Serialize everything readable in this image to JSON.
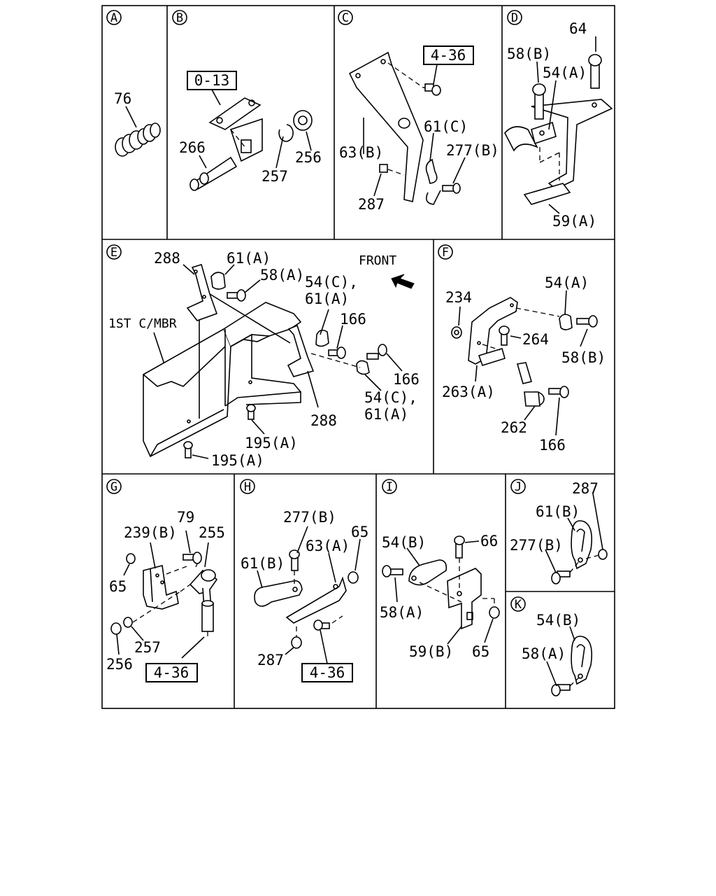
{
  "panels": {
    "A": {
      "id": "A",
      "labels": {
        "p76": "76"
      }
    },
    "B": {
      "id": "B",
      "ref": "0-13",
      "labels": {
        "p266": "266",
        "p257": "257",
        "p256": "256"
      }
    },
    "C": {
      "id": "C",
      "ref": "4-36",
      "labels": {
        "p61c": "61(C)",
        "p63b": "63(B)",
        "p277b": "277(B)",
        "p287": "287"
      }
    },
    "D": {
      "id": "D",
      "labels": {
        "p64": "64",
        "p58b": "58(B)",
        "p54a": "54(A)",
        "p59a": "59(A)"
      }
    },
    "E": {
      "id": "E",
      "front": "FRONT",
      "member": "1ST C/MBR",
      "labels": {
        "p288a": "288",
        "p61a": "61(A)",
        "p58a": "58(A)",
        "p54c1": "54(C),",
        "p61a2": "61(A)",
        "p166a": "166",
        "p166b": "166",
        "p54c2": "54(C),",
        "p61a3": "61(A)",
        "p288b": "288",
        "p195a": "195(A)",
        "p195b": "195(A)"
      }
    },
    "F": {
      "id": "F",
      "labels": {
        "p234": "234",
        "p54a": "54(A)",
        "p264": "264",
        "p58b": "58(B)",
        "p263a": "263(A)",
        "p262": "262",
        "p166": "166"
      }
    },
    "G": {
      "id": "G",
      "ref": "4-36",
      "labels": {
        "p79": "79",
        "p239b": "239(B)",
        "p255": "255",
        "p65": "65",
        "p256": "256",
        "p257": "257"
      }
    },
    "H": {
      "id": "H",
      "ref": "4-36",
      "labels": {
        "p277b": "277(B)",
        "p65": "65",
        "p63a": "63(A)",
        "p61b": "61(B)",
        "p287": "287"
      }
    },
    "I": {
      "id": "I",
      "labels": {
        "p54b": "54(B)",
        "p66": "66",
        "p58a": "58(A)",
        "p59b": "59(B)",
        "p65": "65"
      }
    },
    "J": {
      "id": "J",
      "labels": {
        "p287": "287",
        "p61b": "61(B)",
        "p277b": "277(B)"
      }
    },
    "K": {
      "id": "K",
      "labels": {
        "p54b": "54(B)",
        "p58a": "58(A)"
      }
    }
  }
}
